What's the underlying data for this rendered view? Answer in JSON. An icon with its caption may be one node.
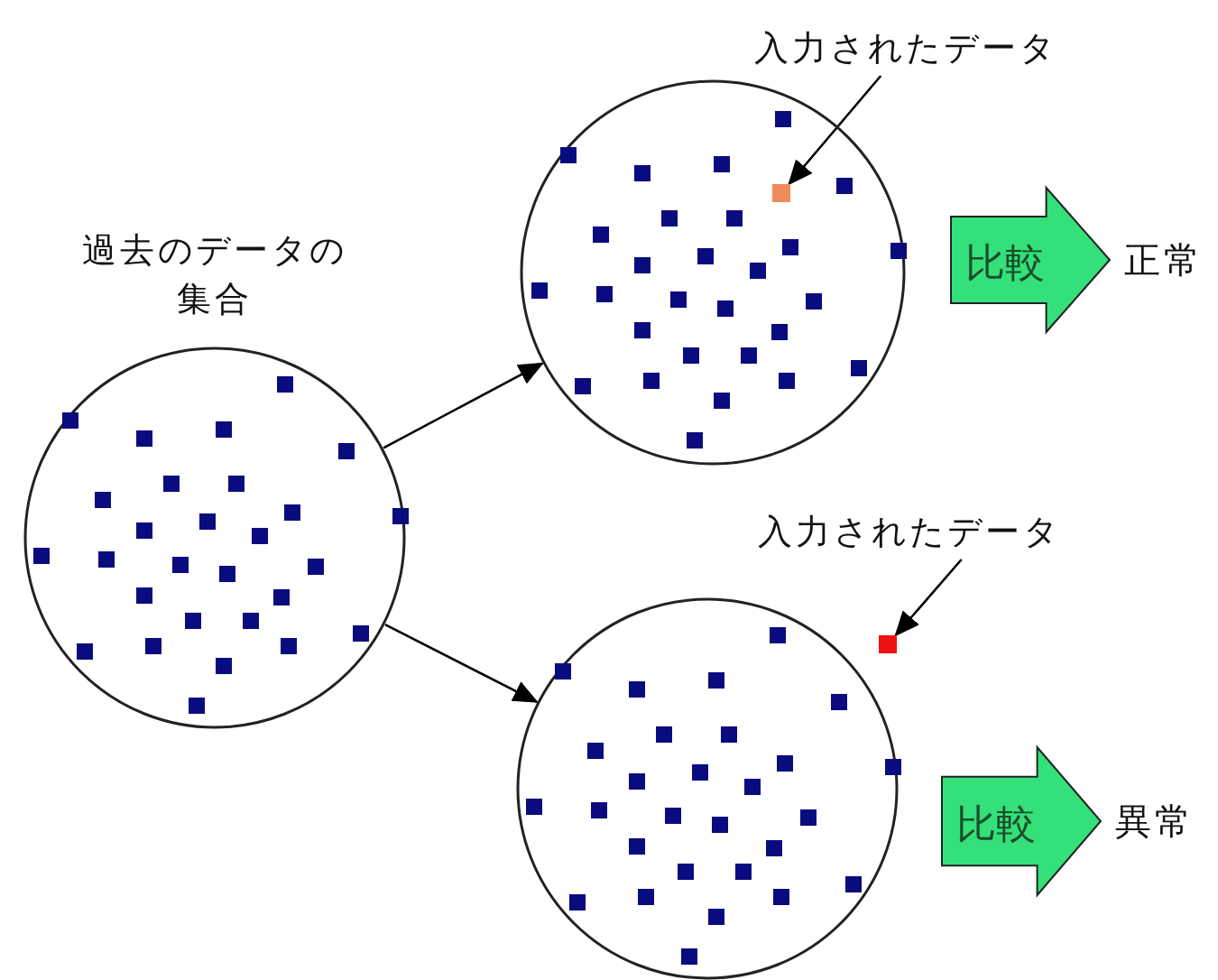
{
  "diagram": {
    "nodes": [
      {
        "text": [
          "入力されたデータ"
        ]
      },
      {
        "text": [],
        "shape": "circle"
      },
      {
        "text": [],
        "shape": "box",
        "in": 1
      },
      {
        "text": [
          "比較"
        ],
        "beside": [
          "正常"
        ]
      },
      {
        "text": [
          "過去のデータの集合"
        ]
      },
      {
        "text": [
          "入力されたデータ"
        ]
      },
      {
        "text": [],
        "shape": "box"
      },
      {
        "text": [],
        "shape": "circle"
      },
      {
        "text": [
          "比較"
        ],
        "beside": [
          "異常"
        ]
      }
    ],
    "edges": [
      {
        "from": 4,
        "to": 1,
        "arrow": "to"
      },
      {
        "from": 4,
        "to": 7,
        "arrow": "to"
      },
      {
        "from": 0,
        "to": 2,
        "arrow": "to"
      },
      {
        "from": 5,
        "to": 6,
        "arrow": "to"
      }
    ]
  }
}
